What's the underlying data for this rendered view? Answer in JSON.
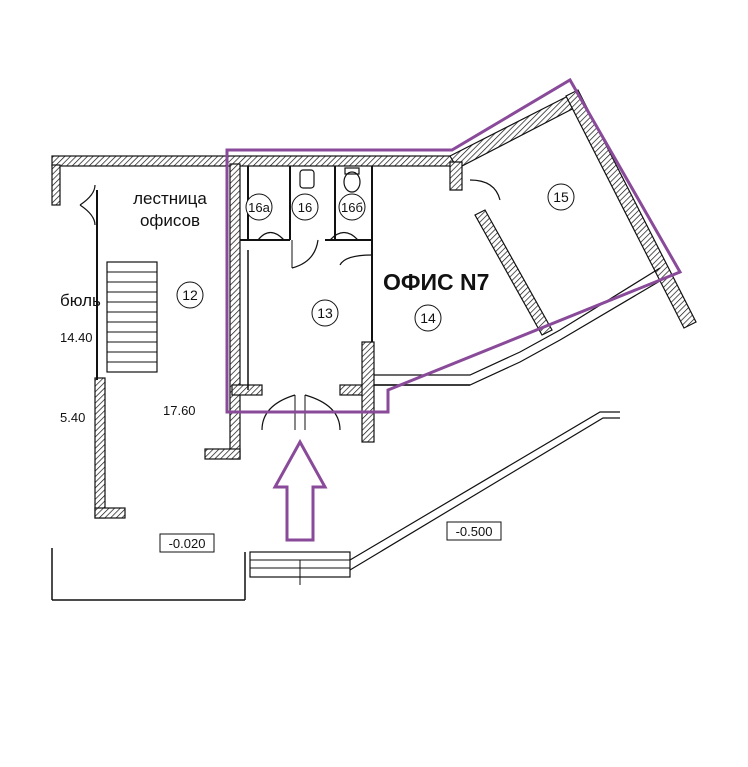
{
  "plan": {
    "colors": {
      "outline": "#8a4a9a",
      "arrow": "#8a4a9a",
      "walls": "#111111"
    },
    "labels": {
      "stair_line1": "лестница",
      "stair_line2": "офисов",
      "office_title": "ОФИС N7",
      "hall_partial": "бюль"
    },
    "rooms": {
      "r12": "12",
      "r13": "13",
      "r14": "14",
      "r15": "15",
      "r16": "16",
      "r16a": "16а",
      "r16b": "16б"
    },
    "areas": {
      "a1440": "14.40",
      "a540": "5.40",
      "a1760": "17.60"
    },
    "levels": {
      "l020": "-0.020",
      "l500": "-0.500"
    }
  }
}
